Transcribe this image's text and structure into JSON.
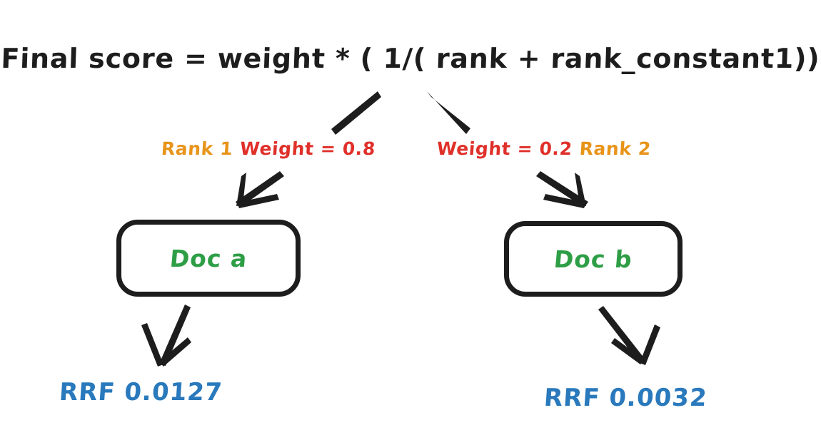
{
  "diagram": {
    "title_formula": "Final score = weight * ( 1/( rank + rank_constant1))",
    "background_color": "#ffffff",
    "ink_color": "#1d1d1d",
    "branches": [
      {
        "side": "left",
        "rank_label": "Rank 1",
        "rank_color": "#E8941A",
        "weight_label": "Weight = 0.8",
        "weight_color": "#E0302A",
        "doc_label": "Doc a",
        "doc_color": "#2E9E46",
        "rrf_label": "RRF 0.0127",
        "rrf_color": "#2979BC"
      },
      {
        "side": "right",
        "rank_label": "Rank 2",
        "rank_color": "#E8941A",
        "weight_label": "Weight = 0.2",
        "weight_color": "#E0302A",
        "doc_label": "Doc b",
        "doc_color": "#2E9E46",
        "rrf_label": "RRF 0.0032",
        "rrf_color": "#2979BC"
      }
    ]
  }
}
